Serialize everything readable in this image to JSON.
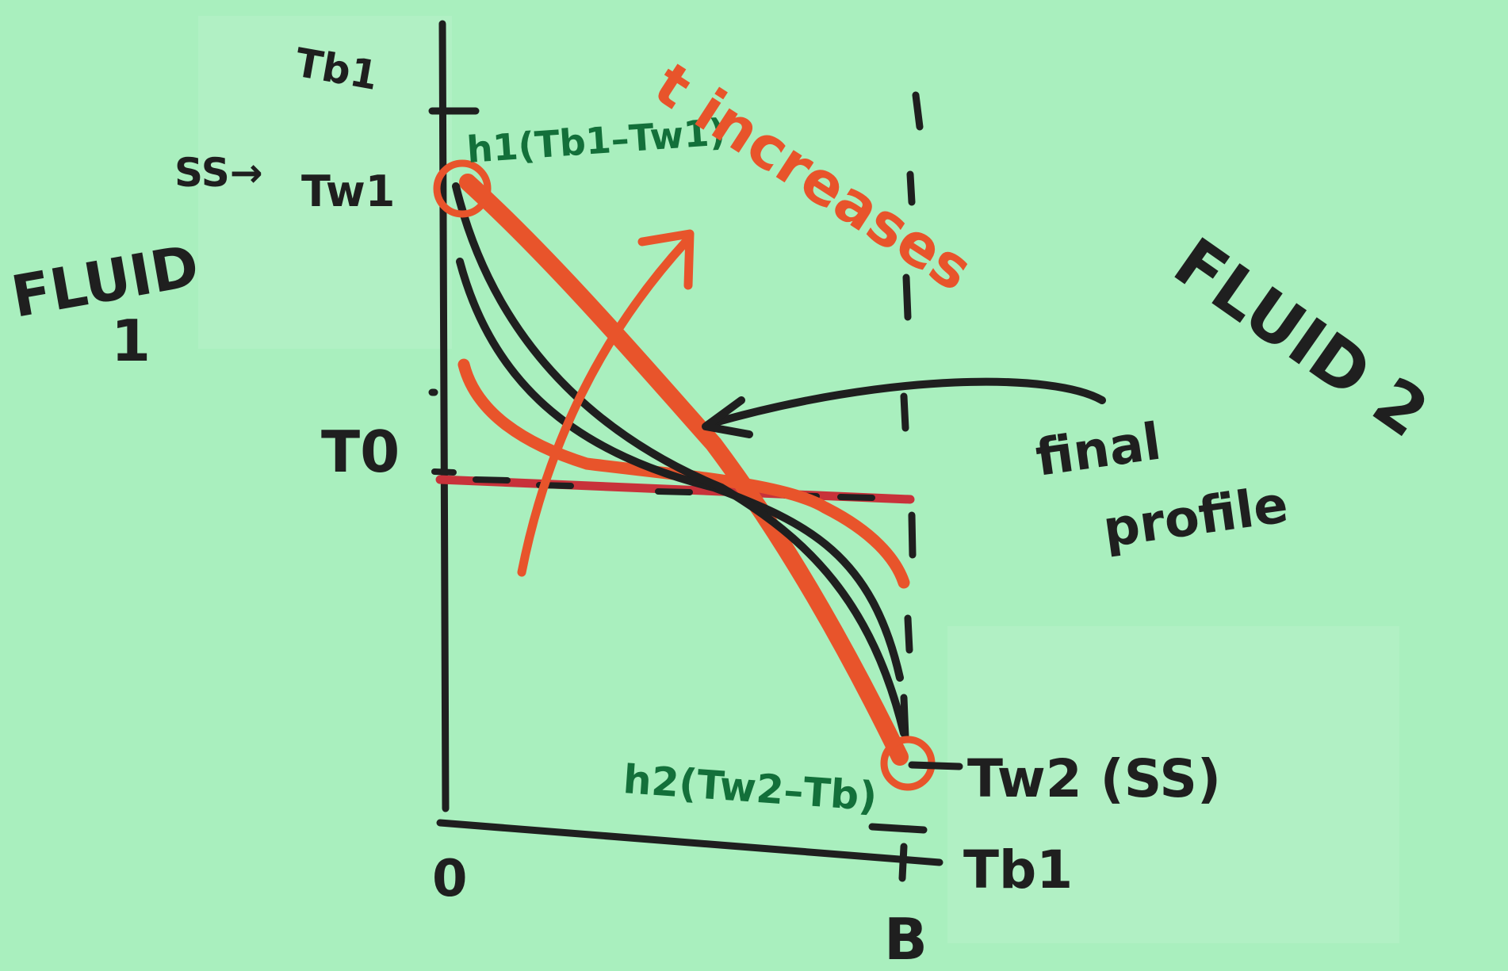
{
  "labels": {
    "t_b1_top": "Tb1",
    "ss_arrow": "SS→",
    "t_w1": "Tw1",
    "h1_flux": "h1(Tb1–Tw1)",
    "time_increases": "t increases",
    "fluid_1_line1": "FLUID",
    "fluid_1_line2": "1",
    "fluid_2": "FLUID 2",
    "t0": "T0",
    "final_profile_line1": "final",
    "final_profile_line2": "profile",
    "h2_flux": "h2(Tw2–Tb)",
    "t_w2_ss": "Tw2 (SS)",
    "t_b1_bottom": "Tb1",
    "origin": "0",
    "b_label": "B"
  },
  "colors": {
    "background": "#a9efbe",
    "black_ink": "#1f1f1f",
    "red_ink": "#e8542b",
    "dark_red_ink": "#c8323a",
    "green_ink": "#13703a"
  }
}
